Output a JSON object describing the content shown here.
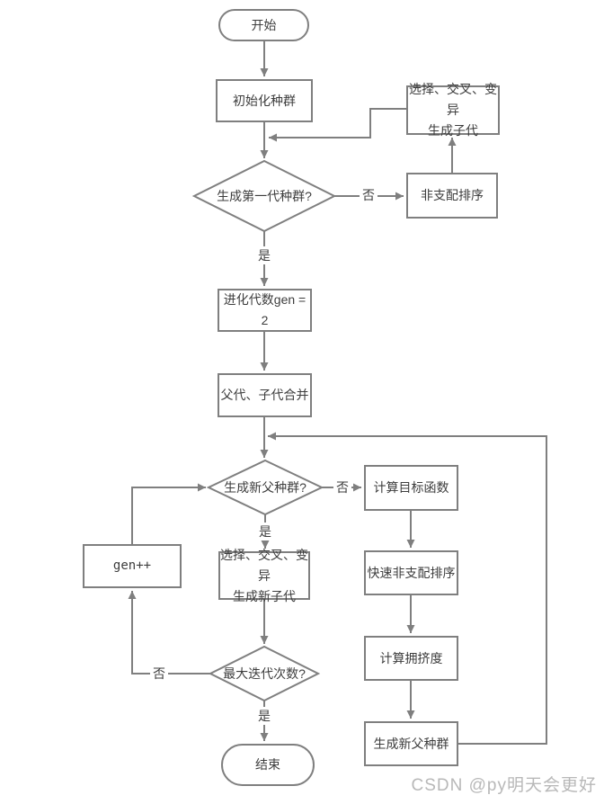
{
  "nodes": {
    "start": {
      "label": "开始"
    },
    "init_population": {
      "label": "初始化种群"
    },
    "offspring_generation": {
      "line1": "选择、交叉、变异",
      "line2": "生成子代"
    },
    "first_gen_decision": {
      "label": "生成第一代种群?"
    },
    "nondominated_sorting": {
      "label": "非支配排序"
    },
    "evolution_generation": {
      "label": "进化代数gen = 2"
    },
    "merge_parent_offspring": {
      "label": "父代、子代合并"
    },
    "new_parent_decision": {
      "label": "生成新父种群?"
    },
    "objective_function": {
      "label": "计算目标函数"
    },
    "gen_increment": {
      "label": "gen++"
    },
    "new_offspring_generation": {
      "line1": "选择、交叉、变异",
      "line2": "生成新子代"
    },
    "fast_nondominated_sorting": {
      "label": "快速非支配排序"
    },
    "crowding_distance": {
      "label": "计算拥挤度"
    },
    "max_iteration_decision": {
      "label": "最大迭代次数?"
    },
    "generate_new_parent": {
      "label": "生成新父种群"
    },
    "end": {
      "label": "结束"
    }
  },
  "edge_labels": {
    "first_gen_no": "否",
    "first_gen_yes": "是",
    "new_parent_no": "否",
    "new_parent_yes": "是",
    "max_iter_no": "否",
    "max_iter_yes": "是"
  },
  "watermark": {
    "text": "CSDN @py明天会更好"
  },
  "colors": {
    "line": "#7f7f7f",
    "text": "#3d3d3d",
    "watermark": "#b8b8b8",
    "background": "#ffffff"
  }
}
